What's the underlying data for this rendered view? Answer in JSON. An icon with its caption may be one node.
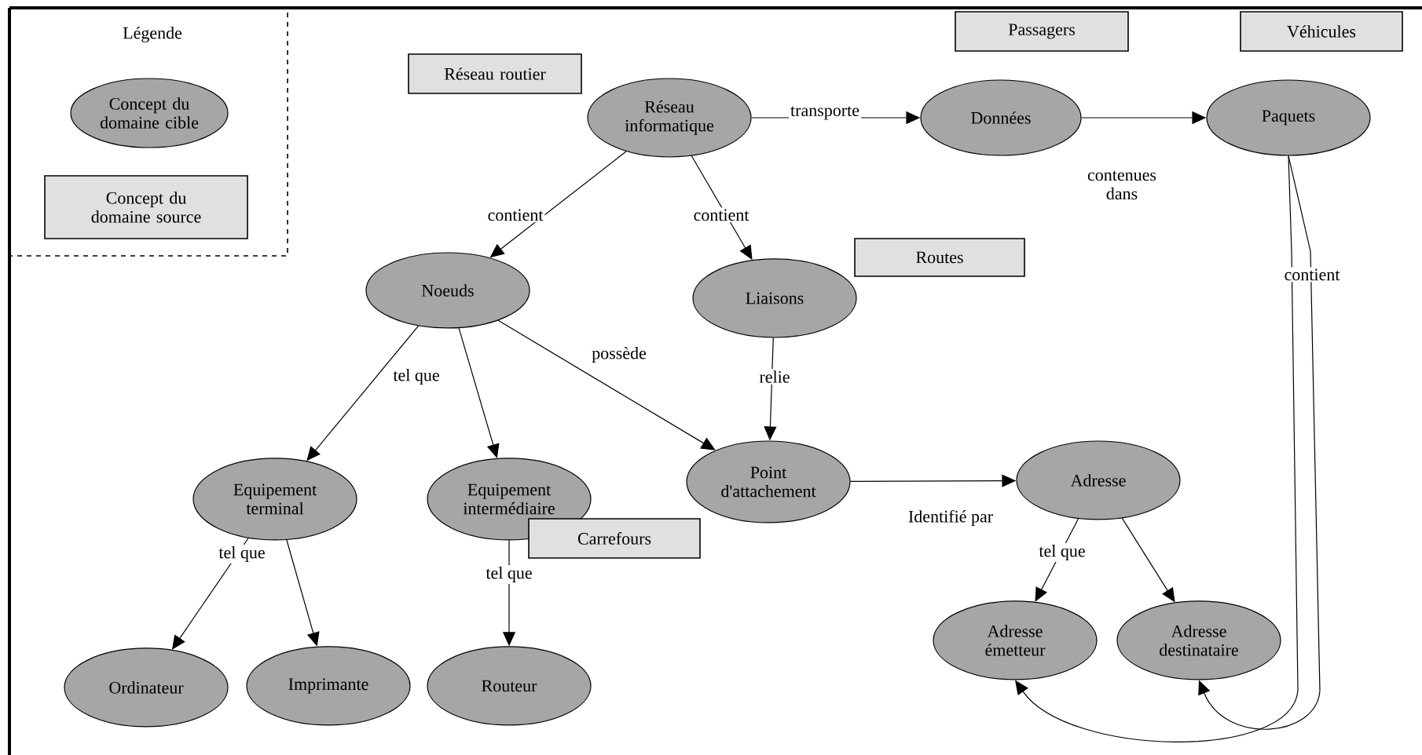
{
  "diagram": {
    "nodes": [
      {
        "text": [
          "Légende"
        ]
      },
      {
        "text": [
          "Concept du domaine cible"
        ],
        "in": 0
      },
      {
        "text": [
          "Concept du domaine source"
        ],
        "in": 0
      },
      {
        "text": [
          "Réseau routier"
        ]
      },
      {
        "text": [
          "Réseau informatique"
        ]
      },
      {
        "text": [
          "Passagers"
        ]
      },
      {
        "text": [
          "Véhicules"
        ]
      },
      {
        "text": [
          "Données"
        ]
      },
      {
        "text": [
          "Paquets"
        ]
      },
      {
        "text": [
          "Noeuds"
        ]
      },
      {
        "text": [
          "Liaisons"
        ]
      },
      {
        "text": [
          "Routes"
        ]
      },
      {
        "text": [
          "Equipement terminal"
        ]
      },
      {
        "text": [
          "Equipement intermédiaire"
        ]
      },
      {
        "text": [
          "Point d'attachement"
        ]
      },
      {
        "text": [
          "Adresse"
        ]
      },
      {
        "text": [
          "Carrefours"
        ]
      },
      {
        "text": [
          "Ordinateur"
        ]
      },
      {
        "text": [
          "Imprimante"
        ]
      },
      {
        "text": [
          "Routeur"
        ]
      },
      {
        "text": [
          "Adresse émetteur"
        ]
      },
      {
        "text": [
          "Adresse destinataire"
        ]
      }
    ],
    "edges": [
      {
        "from": 4,
        "to": 7,
        "arrow": "to",
        "label": "transporte"
      },
      {
        "from": 7,
        "to": 8,
        "arrow": "to",
        "label": "contenues dans"
      },
      {
        "from": 4,
        "to": 9,
        "arrow": "to",
        "label": "contient"
      },
      {
        "from": 4,
        "to": 10,
        "arrow": "to",
        "label": "contient"
      },
      {
        "from": 9,
        "to": 12,
        "arrow": "to",
        "label": "tel que"
      },
      {
        "from": 9,
        "to": 13,
        "arrow": "to"
      },
      {
        "from": 9,
        "to": 14,
        "arrow": "to",
        "label": "possède"
      },
      {
        "from": 10,
        "to": 14,
        "arrow": "to",
        "label": "relie"
      },
      {
        "from": 14,
        "to": 15,
        "arrow": "to",
        "label": "Identifié par"
      },
      {
        "from": 12,
        "to": 17,
        "arrow": "to",
        "label": "tel que"
      },
      {
        "from": 12,
        "to": 18,
        "arrow": "to"
      },
      {
        "from": 13,
        "to": 19,
        "arrow": "to",
        "label": "tel que"
      },
      {
        "from": 15,
        "to": 20,
        "arrow": "to",
        "label": "tel que"
      },
      {
        "from": 15,
        "to": 21,
        "arrow": "to"
      },
      {
        "from": 8,
        "to": 20,
        "arrow": "to",
        "label": "contient"
      },
      {
        "from": 8,
        "to": 21,
        "arrow": "to"
      }
    ]
  }
}
